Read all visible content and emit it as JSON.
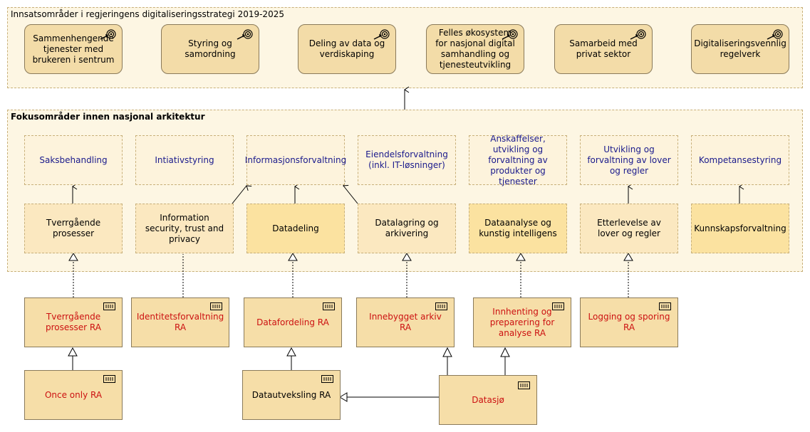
{
  "groups": {
    "strategy_title": "Innsatsområder i regjeringens digitaliseringsstrategi 2019-2025",
    "focus_title": "Fokusområder innen nasjonal arkitektur"
  },
  "goals": [
    "Sammenhengende tjenester med brukeren i sentrum",
    "Styring og samordning",
    "Deling av data og verdiskaping",
    "Felles økosystem for nasjonal digital samhandling og tjenesteutvikling",
    "Samarbeid med privat sektor",
    "Digitaliseringsvennlig regelverk"
  ],
  "focus_areas": [
    "Saksbehandling",
    "Intiativstyring",
    "Informasjonsforvaltning",
    "Eiendelsforvaltning (inkl. IT-løsninger)",
    "Anskaffelser, utvikling og forvaltning av produkter og tjenester",
    "Utvikling og forvaltning av lover og regler",
    "Kompetansestyring"
  ],
  "processes": [
    "Tverrgående prosesser",
    "Information security, trust and privacy",
    "Datadeling",
    "Datalagring og arkivering",
    "Dataanalyse og kunstig intelligens",
    "Etterlevelse av lover og regler",
    "Kunnskapsforvaltning"
  ],
  "ref_architectures": [
    "Tverrgående prosesser RA",
    "Identitetsforvaltning RA",
    "Datafordeling RA",
    "Innebygget arkiv RA",
    "Innhenting og preparering for analyse RA",
    "Logging og sporing RA"
  ],
  "lower": {
    "once_only": "Once only RA",
    "datautveksling": "Datautveksling RA",
    "datasjo": "Datasjø"
  },
  "icons": {
    "goal": "goal-target-icon",
    "component": "application-component-icon"
  },
  "colors": {
    "goal_fill": "#f3dca8",
    "app_fill": "#f6dea8",
    "focus_text": "#1a1a8c",
    "ra_text": "#cc1111"
  }
}
